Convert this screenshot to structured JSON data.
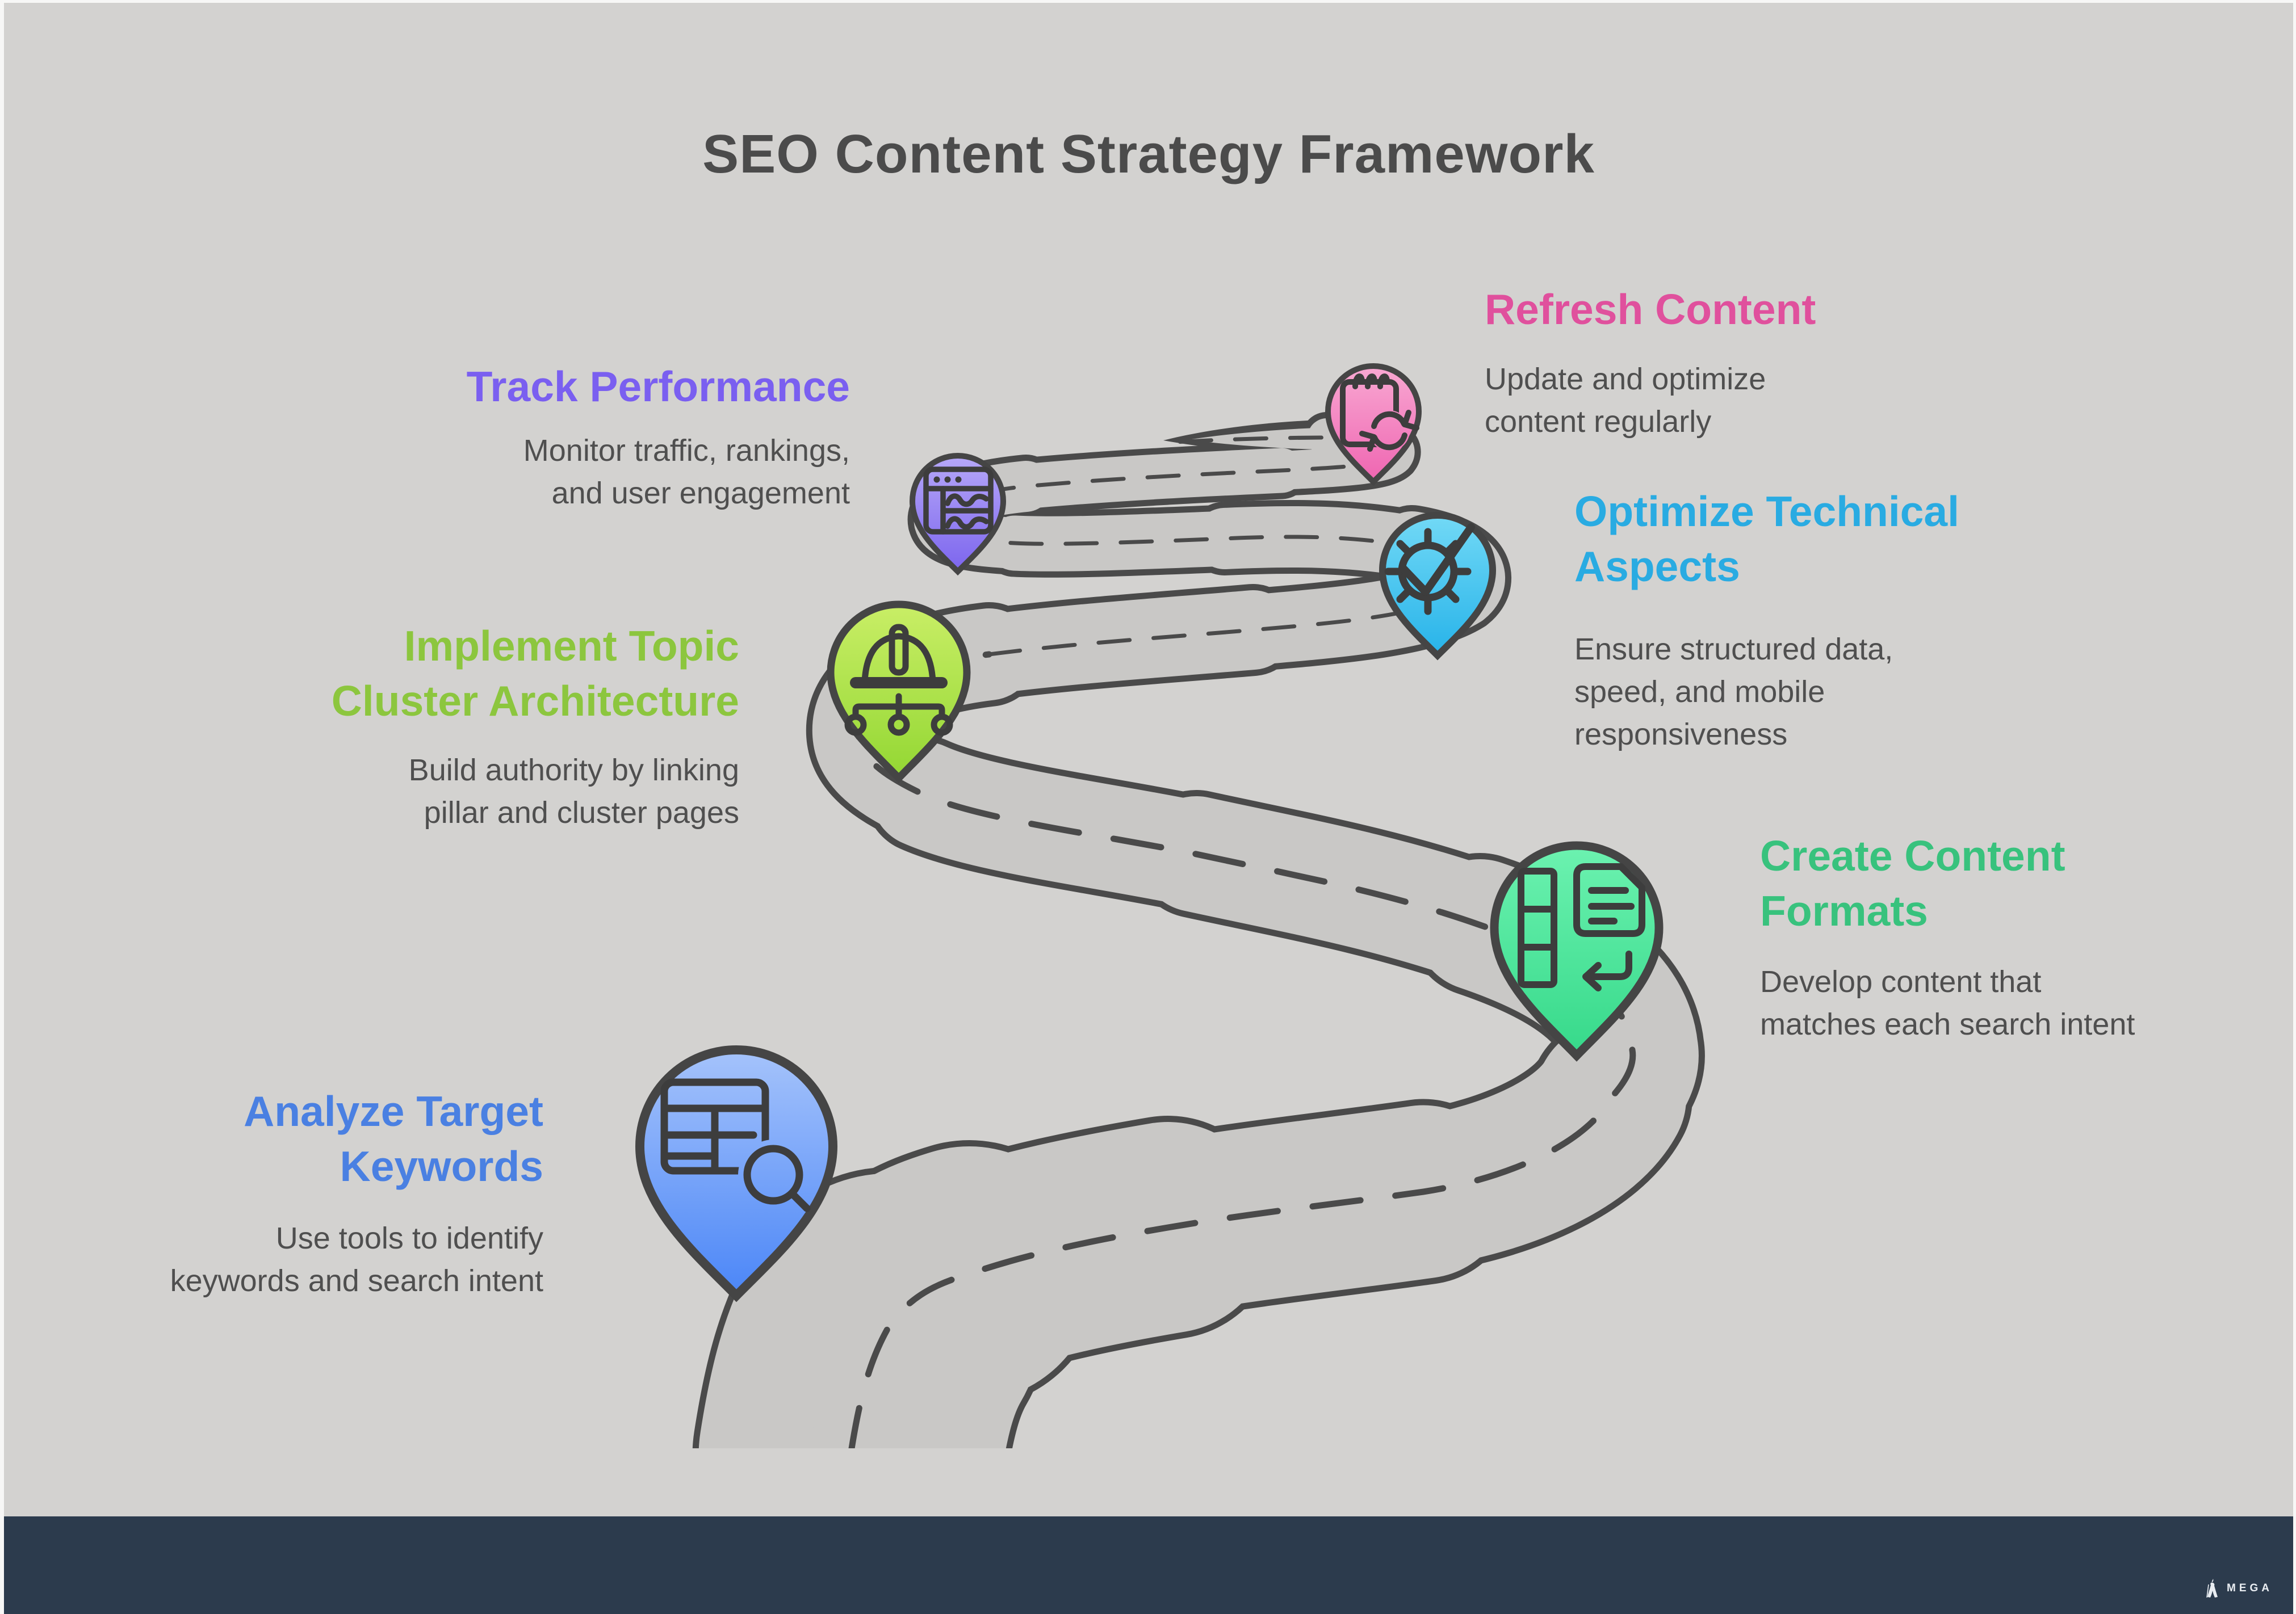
{
  "page": {
    "title": "SEO Content Strategy Framework",
    "background_color": "#d3d2d0",
    "footer_bar_color": "#2c3b4d",
    "title_color": "#4b4b4b",
    "description_color": "#4f4f4f"
  },
  "brand": {
    "name": "MEGA",
    "logo_icon": "wizard-icon",
    "text_color": "#e9edf2"
  },
  "road": {
    "style": "winding-switchback-road",
    "fill": "#c9c8c6",
    "outline": "#4a4a4a",
    "centerline": "dashed"
  },
  "steps": [
    {
      "id": "analyze-target-keywords",
      "title": "Analyze Target Keywords",
      "title_lines": [
        "Analyze Target",
        "Keywords"
      ],
      "description": "Use tools to identify keywords and search intent",
      "desc_lines": [
        "Use tools to identify",
        "keywords and search intent"
      ],
      "accent_color": "#4a80e2",
      "pin_gradient_top": "#a5c3fb",
      "pin_gradient_bottom": "#4b86f7",
      "icon": "table-magnifier-icon"
    },
    {
      "id": "create-content-formats",
      "title": "Create Content Formats",
      "title_lines": [
        "Create Content",
        "Formats"
      ],
      "description": "Develop content that matches each search intent",
      "desc_lines": [
        "Develop content that",
        "matches each search intent"
      ],
      "accent_color": "#38c27d",
      "pin_gradient_top": "#6cf2b0",
      "pin_gradient_bottom": "#36d98a",
      "icon": "document-column-return-icon"
    },
    {
      "id": "implement-topic-cluster-architecture",
      "title": "Implement Topic Cluster Architecture",
      "title_lines": [
        "Implement Topic",
        "Cluster Architecture"
      ],
      "description": "Build authority by linking pillar and cluster pages",
      "desc_lines": [
        "Build authority by linking",
        "pillar and cluster pages"
      ],
      "accent_color": "#8cc63e",
      "pin_gradient_top": "#c9ee66",
      "pin_gradient_bottom": "#93d733",
      "icon": "hardhat-hierarchy-icon"
    },
    {
      "id": "optimize-technical-aspects",
      "title": "Optimize Technical Aspects",
      "title_lines": [
        "Optimize Technical",
        "Aspects"
      ],
      "description": "Ensure structured data, speed, and mobile responsiveness",
      "desc_lines": [
        "Ensure structured data,",
        "speed, and mobile",
        "responsiveness"
      ],
      "accent_color": "#29abe2",
      "pin_gradient_top": "#72d9f6",
      "pin_gradient_bottom": "#27b3e9",
      "icon": "gear-check-icon"
    },
    {
      "id": "track-performance",
      "title": "Track Performance",
      "title_lines": [
        "Track Performance"
      ],
      "description": "Monitor traffic, rankings, and user engagement",
      "desc_lines": [
        "Monitor traffic, rankings,",
        "and user engagement"
      ],
      "accent_color": "#7a5ff0",
      "pin_gradient_top": "#b6a8f8",
      "pin_gradient_bottom": "#7c65ee",
      "icon": "analytics-window-icon"
    },
    {
      "id": "refresh-content",
      "title": "Refresh Content",
      "title_lines": [
        "Refresh Content"
      ],
      "description": "Update and optimize content regularly",
      "desc_lines": [
        "Update and optimize",
        "content regularly"
      ],
      "accent_color": "#e0509d",
      "pin_gradient_top": "#f8a8d2",
      "pin_gradient_bottom": "#ef65b1",
      "icon": "notepad-refresh-icon"
    }
  ]
}
